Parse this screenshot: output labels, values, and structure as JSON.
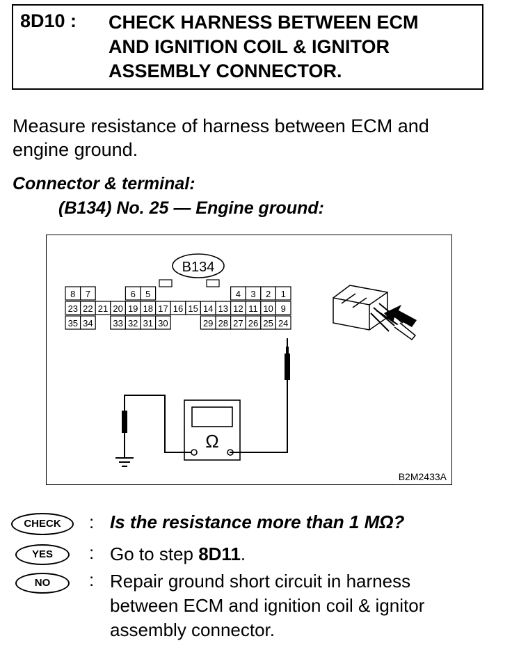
{
  "header": {
    "step": "8D10 :",
    "title_lines": [
      "CHECK HARNESS BETWEEN ECM",
      "AND IGNITION COIL & IGNITOR",
      "ASSEMBLY CONNECTOR."
    ]
  },
  "instruction": {
    "lines": [
      "Measure resistance of harness between ECM and",
      "engine ground."
    ]
  },
  "connector": {
    "label": "Connector & terminal:",
    "value": "(B134) No. 25 — Engine ground:"
  },
  "diagram": {
    "connector_id": "B134",
    "figure_code": "B2M2433A",
    "meter_symbol": "Ω",
    "terminals": {
      "row1_a": [
        "8",
        "7"
      ],
      "row1_b": [
        "6",
        "5"
      ],
      "row1_c": [
        "4",
        "3"
      ],
      "row1_d": [
        "2",
        "1"
      ],
      "row2": [
        "23",
        "22",
        "21",
        "20",
        "19",
        "18",
        "17",
        "16",
        "15",
        "14",
        "13",
        "12",
        "11",
        "10",
        "9"
      ],
      "row3_a": [
        "35",
        "34"
      ],
      "row3_b": [
        "33",
        "32",
        "31",
        "30"
      ],
      "row3_c": [
        "29",
        "28",
        "27",
        "26"
      ],
      "row3_d": [
        "25",
        "24"
      ]
    }
  },
  "check": {
    "badge": "CHECK",
    "colon": ":",
    "question": "Is the resistance more than 1 MΩ?"
  },
  "yes": {
    "badge": "YES",
    "colon": ":",
    "text_prefix": "Go to step ",
    "step": "8D11",
    "text_suffix": "."
  },
  "no": {
    "badge": "NO",
    "colon": ":",
    "lines": [
      "Repair ground short circuit in harness",
      "between ECM and ignition coil & ignitor",
      "assembly connector."
    ]
  }
}
